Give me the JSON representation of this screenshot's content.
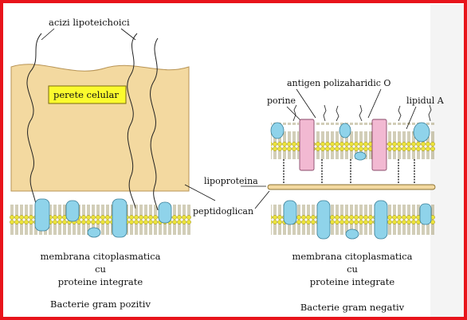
{
  "labels": {
    "lipoteichoic_acids": "acizi lipoteichoici",
    "cell_wall": "perete celular",
    "lipoprotein": "lipoproteina",
    "peptidoglycan": "peptidoglican",
    "o_antigen": "antigen polizaharidic O",
    "porins": "porine",
    "lipid_a": "lipidul A"
  },
  "left_panel": {
    "membrane_line1": "membrana citoplasmatica",
    "membrane_line2": "cu",
    "membrane_line3": "proteine integrate",
    "caption": "Bacterie gram pozitiv"
  },
  "right_panel": {
    "membrane_line1": "membrana citoplasmatica",
    "membrane_line2": "cu",
    "membrane_line3": "proteine integrate",
    "caption": "Bacterie gram negativ"
  },
  "colors": {
    "frame": "#e8141b",
    "wall_fill": "#f3d9a0",
    "label_box": "#fbfb2e",
    "protein": "#8fd3ea",
    "porin": "#f2b9d2",
    "lipid_head": "#ece43a"
  }
}
